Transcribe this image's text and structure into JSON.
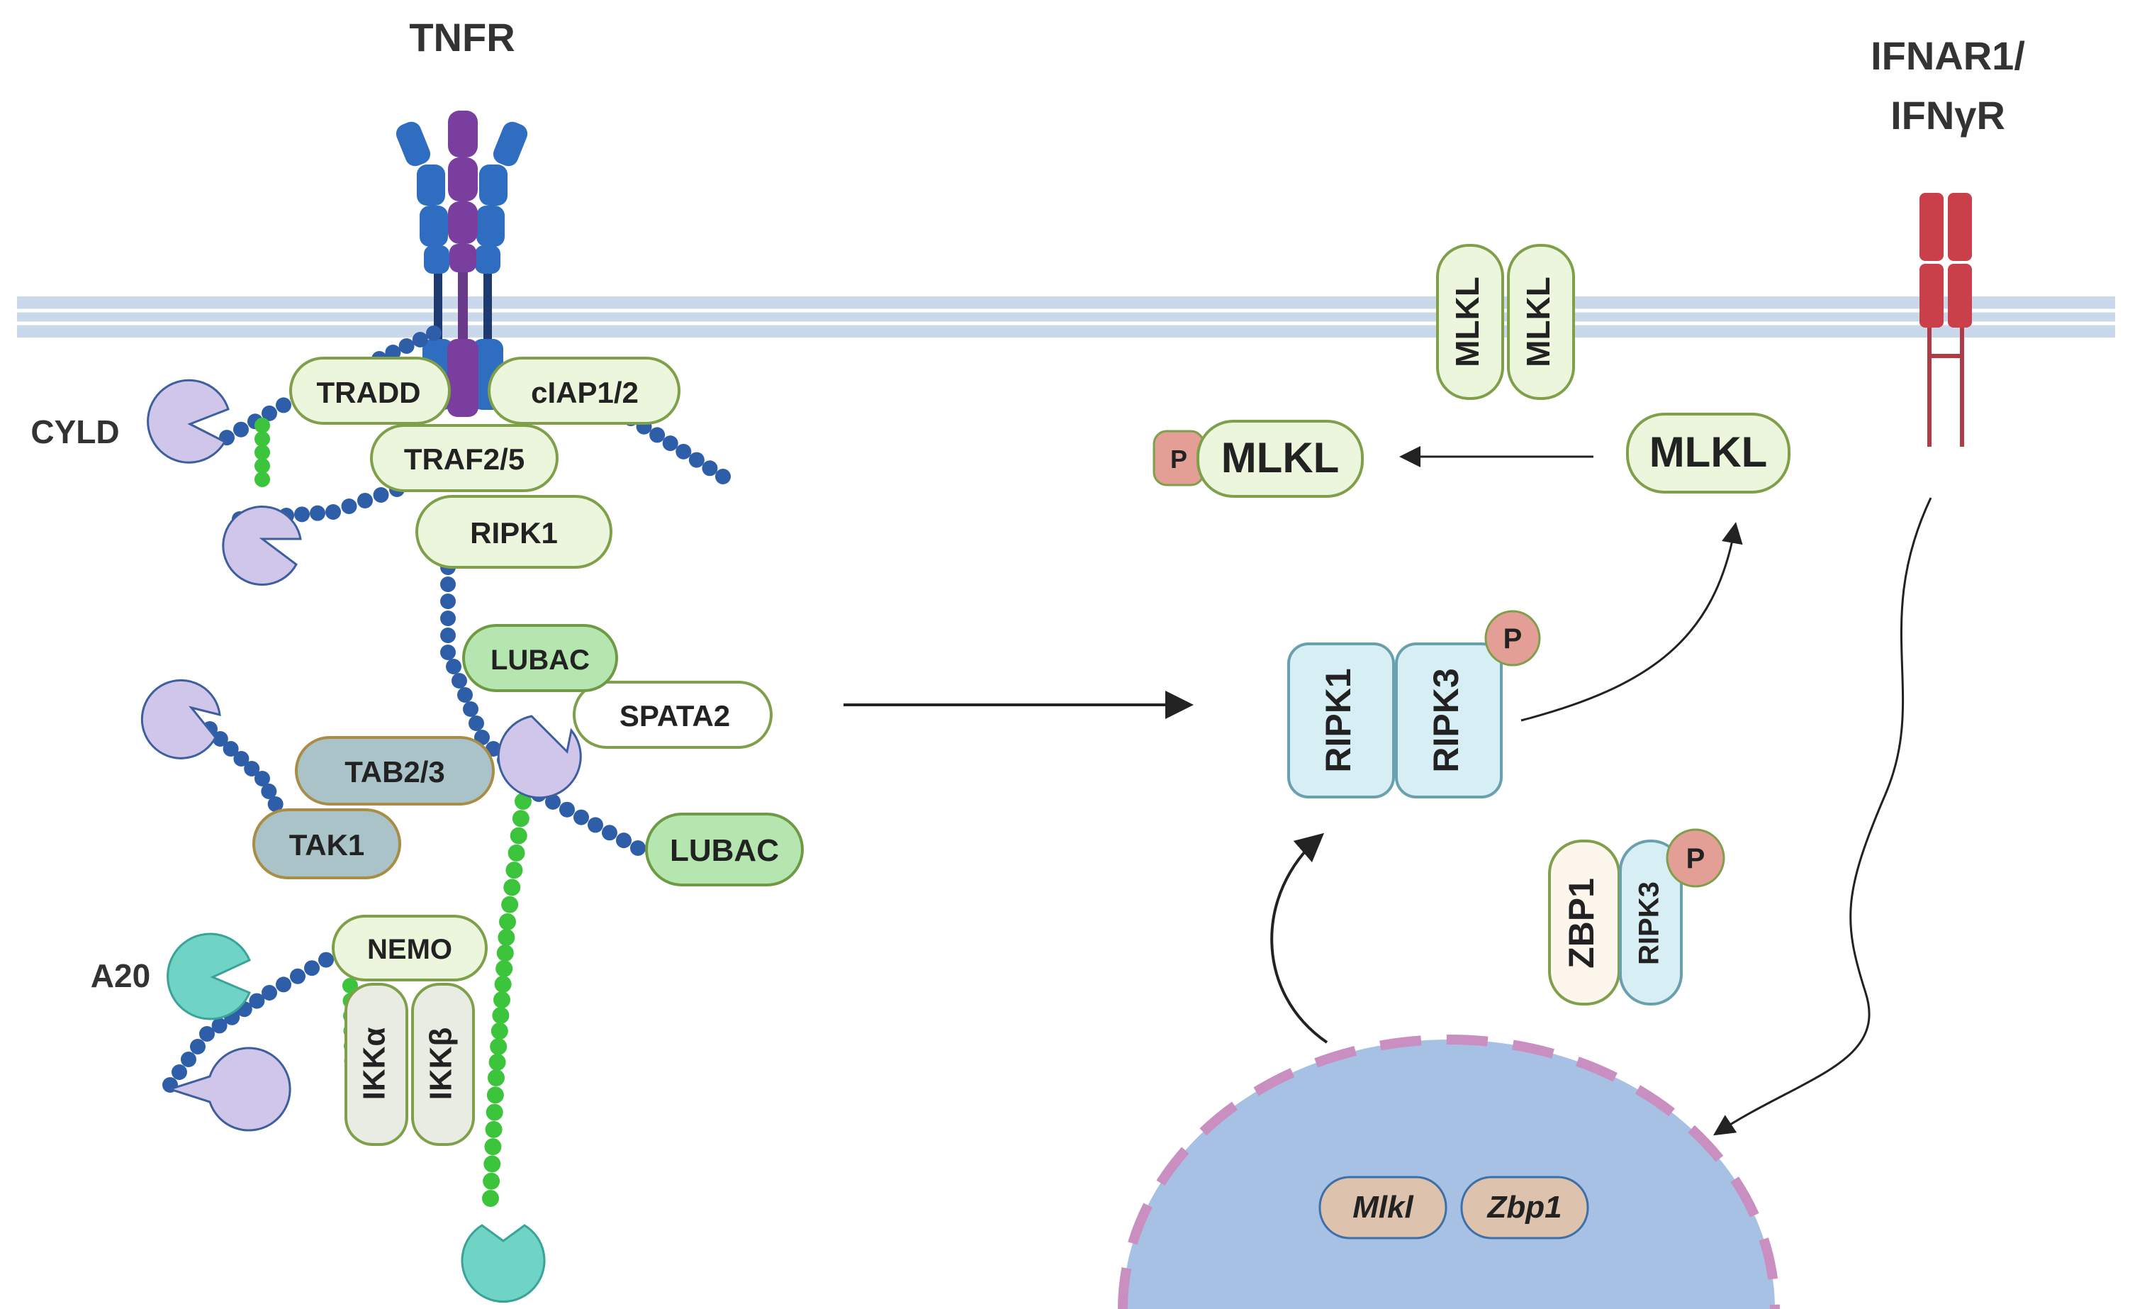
{
  "receptors": {
    "tnfr": "TNFR",
    "ifnar_line1": "IFNAR1/",
    "ifnar_line2": "IFNγR"
  },
  "complex1": {
    "tradd": "TRADD",
    "ciap": "cIAP1/2",
    "traf": "TRAF2/5",
    "ripk1": "RIPK1",
    "lubac_top": "LUBAC",
    "spata2": "SPATA2",
    "lubac_bottom": "LUBAC",
    "tab": "TAB2/3",
    "tak1": "TAK1",
    "nemo": "NEMO",
    "ikka": "IKKα",
    "ikkb": "IKKβ"
  },
  "deubiquitinases": {
    "cyld": "CYLD",
    "a20": "A20"
  },
  "necroptosis": {
    "mlkl_dimer_a": "MLKL",
    "mlkl_dimer_b": "MLKL",
    "p_mlkl_p": "P",
    "p_mlkl": "MLKL",
    "mlkl": "MLKL",
    "ripk1": "RIPK1",
    "ripk3": "RIPK3",
    "ripk3_p": "P",
    "zbp1": "ZBP1",
    "zbp1_ripk3": "RIPK3",
    "zbp1_p": "P"
  },
  "nucleus": {
    "gene1": "Mlkl",
    "gene2": "Zbp1"
  },
  "colors": {
    "membrane": "#c9d8ea",
    "membrane_line": "#ffffff",
    "green_box": "#ecf6dc",
    "green_stroke": "#7f9f4a",
    "lubac_fill": "#b6e6b0",
    "blue_box": "#d8eef5",
    "ubiquitin_blue": "#2f5ea8",
    "ubiquitin_green": "#3cc43c",
    "dub_purple": "#cfc6ea",
    "a20_teal": "#6fd3c6",
    "phospho": "#e39e96",
    "receptor_red": "#c9404a",
    "nucleus": "#a7c1e4",
    "nuclear_pore": "#c98fc1",
    "gene_fill": "#ddc3ae"
  }
}
